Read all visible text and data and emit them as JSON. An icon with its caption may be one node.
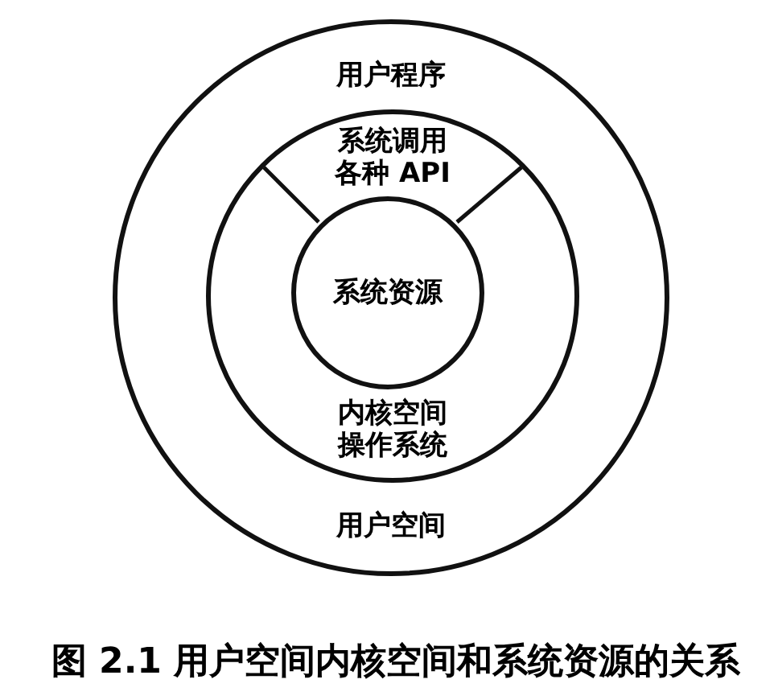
{
  "diagram": {
    "caption": "图 2.1 用户空间内核空间和系统资源的关系",
    "nodes": [
      {
        "text": [
          "用户程序",
          "用户空间"
        ]
      },
      {
        "text": [
          "内核空间操作系统"
        ],
        "in": 0
      },
      {
        "text": [
          "系统调用各种 API"
        ],
        "in": 1
      },
      {
        "text": [
          "系统资源"
        ],
        "in": 1
      }
    ]
  }
}
